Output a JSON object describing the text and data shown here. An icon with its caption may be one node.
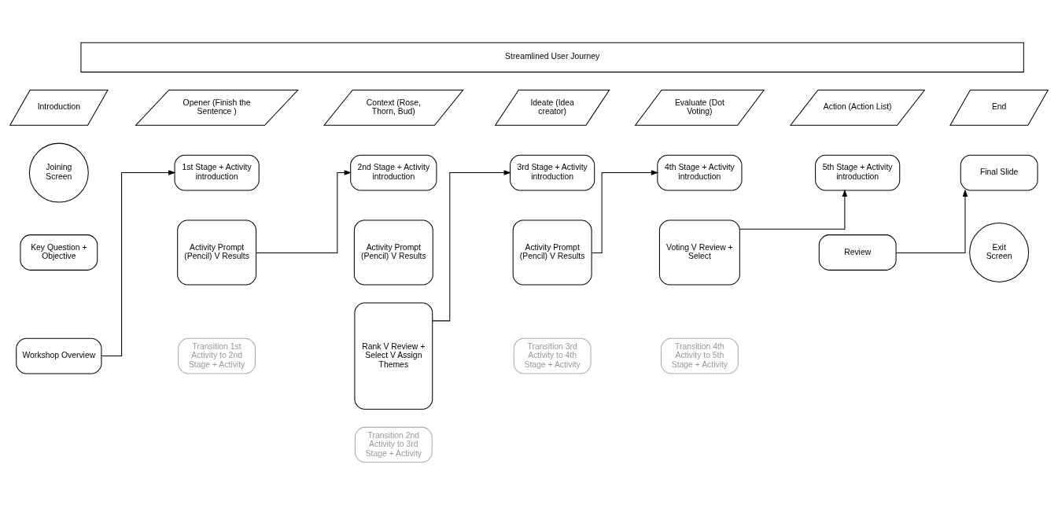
{
  "diagram": {
    "nodes": [
      {
        "text": [
          "Streamlined User Journey"
        ]
      },
      {
        "text": [
          "Introduction"
        ]
      },
      {
        "text": [
          "Opener (Finish the Sentence )"
        ]
      },
      {
        "text": [
          "Context (Rose, Thorn, Bud)"
        ]
      },
      {
        "text": [
          "Ideate (Idea creator)"
        ]
      },
      {
        "text": [
          "Evaluate (Dot Voting)"
        ]
      },
      {
        "text": [
          "Action (Action List)"
        ]
      },
      {
        "text": [
          "End"
        ]
      },
      {
        "text": [
          "Joining Screen"
        ]
      },
      {
        "text": [
          "Key Question + Objective"
        ]
      },
      {
        "text": [
          "Workshop Overview"
        ]
      },
      {
        "text": [
          "1st Stage + Activity introduction"
        ]
      },
      {
        "text": [
          "Activity Prompt (Pencil) V Results"
        ]
      },
      {
        "text": [
          "Transition 1st Activity to 2nd Stage + Activity"
        ]
      },
      {
        "text": [
          "2nd Stage + Activity introduction"
        ]
      },
      {
        "text": [
          "Activity Prompt (Pencil) V Results"
        ]
      },
      {
        "text": [
          "Rank V Review + Select V Assign Themes"
        ]
      },
      {
        "text": [
          "Transition 2nd Activity to 3rd Stage + Activity"
        ]
      },
      {
        "text": [
          "3rd Stage + Activity introduction"
        ]
      },
      {
        "text": [
          "Activity Prompt (Pencil) V Results"
        ]
      },
      {
        "text": [
          "Transition 3rd Activity to 4th Stage + Activity"
        ]
      },
      {
        "text": [
          "4th Stage + Activity introduction"
        ]
      },
      {
        "text": [
          "Voting V Review + Select"
        ]
      },
      {
        "text": [
          "Transition 4th Activity to 5th Stage + Activity"
        ]
      },
      {
        "text": [
          "5th Stage + Activity introduction"
        ]
      },
      {
        "text": [
          "Review"
        ]
      },
      {
        "text": [
          "Final Slide"
        ]
      },
      {
        "text": [
          "Exit Screen"
        ]
      }
    ],
    "edges": [
      {
        "from": 10,
        "to": 11,
        "arrow": "to"
      },
      {
        "from": 12,
        "to": 14,
        "arrow": "to"
      },
      {
        "from": 16,
        "to": 18,
        "arrow": "to"
      },
      {
        "from": 19,
        "to": 21,
        "arrow": "to"
      },
      {
        "from": 22,
        "to": 24,
        "arrow": "to"
      },
      {
        "from": 25,
        "to": 26,
        "arrow": "to"
      }
    ]
  }
}
